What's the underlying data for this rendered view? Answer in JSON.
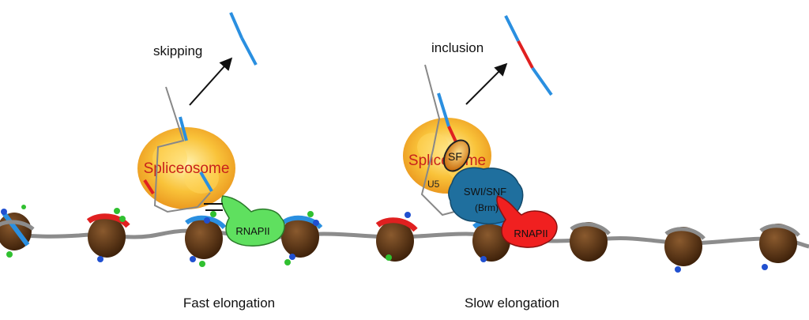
{
  "labels": {
    "skipping": "skipping",
    "inclusion": "inclusion",
    "fast_caption": "Fast elongation",
    "slow_caption": "Slow elongation",
    "spliceosome_left": "Spliceosome",
    "spliceosome_right": "Splicesome",
    "sf": "SF",
    "u5": "U5",
    "swisnf_line1": "SWI/SNF",
    "swisnf_line2": "(Brm)",
    "rnapii_left": "RNAPII",
    "rnapii_right": "RNAPII"
  },
  "colors": {
    "exon_constitutive": "#2a8fe0",
    "exon_alternative": "#e02020",
    "intron": "#888888",
    "chromatin_fiber": "#8c8c8c",
    "nucleosome": "#4a2a12",
    "rnapii_fast": "#5fe05f",
    "rnapii_slow": "#f02020",
    "spliceosome": "#f7b52a",
    "swisnf": "#1f6f9e",
    "sf_factor": "#c86a0a",
    "mark_blue": "#2050d0",
    "mark_green": "#30c030"
  },
  "icons": [
    "nucleosome-icon",
    "rnapii-blob-icon",
    "spliceosome-icon",
    "arrow-icon"
  ]
}
